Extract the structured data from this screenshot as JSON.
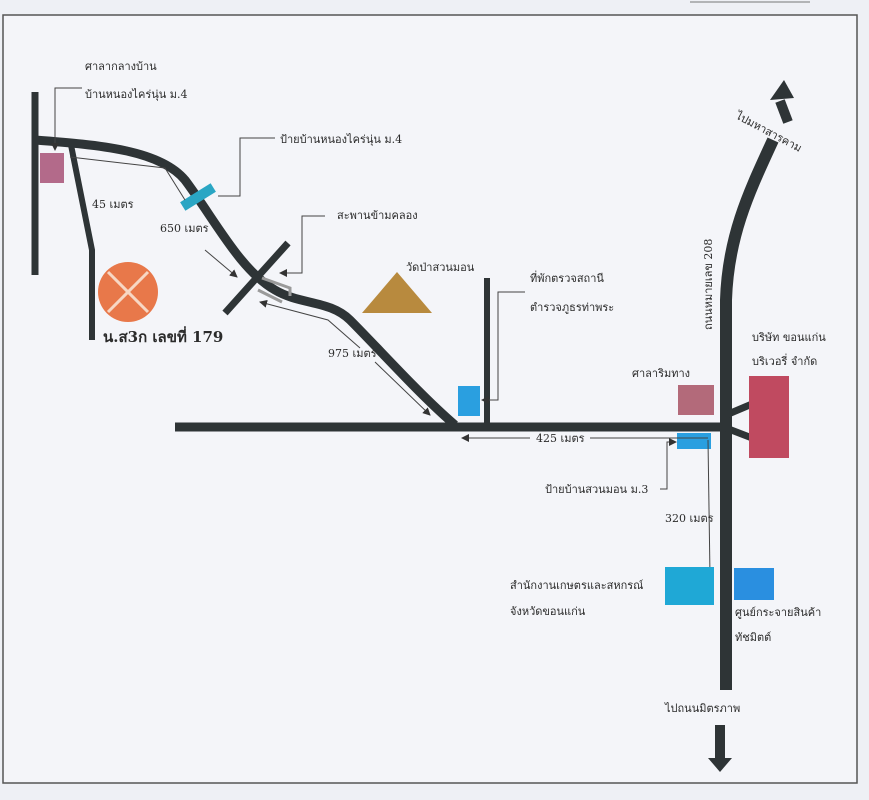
{
  "map": {
    "title": "แผนที่ตั้ง",
    "origin_label": "น.ส3ก เลขที่ 179",
    "roads": {
      "highway_label": "ถนนหมายเลข 208",
      "north_destination": "ไปมหาสารคาม",
      "south_destination": "ไปถนนมิตรภาพ"
    },
    "landmarks": [
      {
        "id": "village-hall",
        "lines": [
          "ศาลากลางบ้าน",
          "บ้านหนองไคร่นุ่น ม.4"
        ],
        "color": "#b36a8a"
      },
      {
        "id": "village-sign-4",
        "lines": [
          "ป้ายบ้านหนองไคร่นุ่น ม.4"
        ],
        "color": "#2aa6c4"
      },
      {
        "id": "canal-bridge",
        "lines": [
          "สะพานข้ามคลอง"
        ],
        "color": "#9a9a9a"
      },
      {
        "id": "temple",
        "lines": [
          "วัดป่าสวนมอน"
        ],
        "color": "#b88a3e"
      },
      {
        "id": "police-substation",
        "lines": [
          "ที่พักตรวจสถานี",
          "ตำรวจภูธรท่าพระ"
        ],
        "color": "#2a9fe0"
      },
      {
        "id": "roadside-pavilion",
        "lines": [
          "ศาลาริมทาง"
        ],
        "color": "#b36a7a"
      },
      {
        "id": "brewery",
        "lines": [
          "บริษัท ขอนแก่น",
          "บริเวอรี่ จำกัด"
        ],
        "color": "#c04a60"
      },
      {
        "id": "village-sign-3",
        "lines": [
          "ป้ายบ้านสวนมอน ม.3"
        ],
        "color": "#2a9fe0"
      },
      {
        "id": "agri-office",
        "lines": [
          "สำนักงานเกษตรและสหกรณ์",
          "จังหวัดขอนแก่น"
        ],
        "color": "#1fa8d6"
      },
      {
        "id": "distribution-center",
        "lines": [
          "ศูนย์กระจายสินค้า",
          "ทัชมิตต์"
        ],
        "color": "#2a8fe0"
      }
    ],
    "distances": {
      "d45": "45 เมตร",
      "d650": "650 เมตร",
      "d975": "975 เมตร",
      "d425": "425 เมตร",
      "d320": "320 เมตร"
    },
    "colors": {
      "road": "#2e3436",
      "origin_marker": "#e8784a",
      "border": "#555555"
    }
  }
}
